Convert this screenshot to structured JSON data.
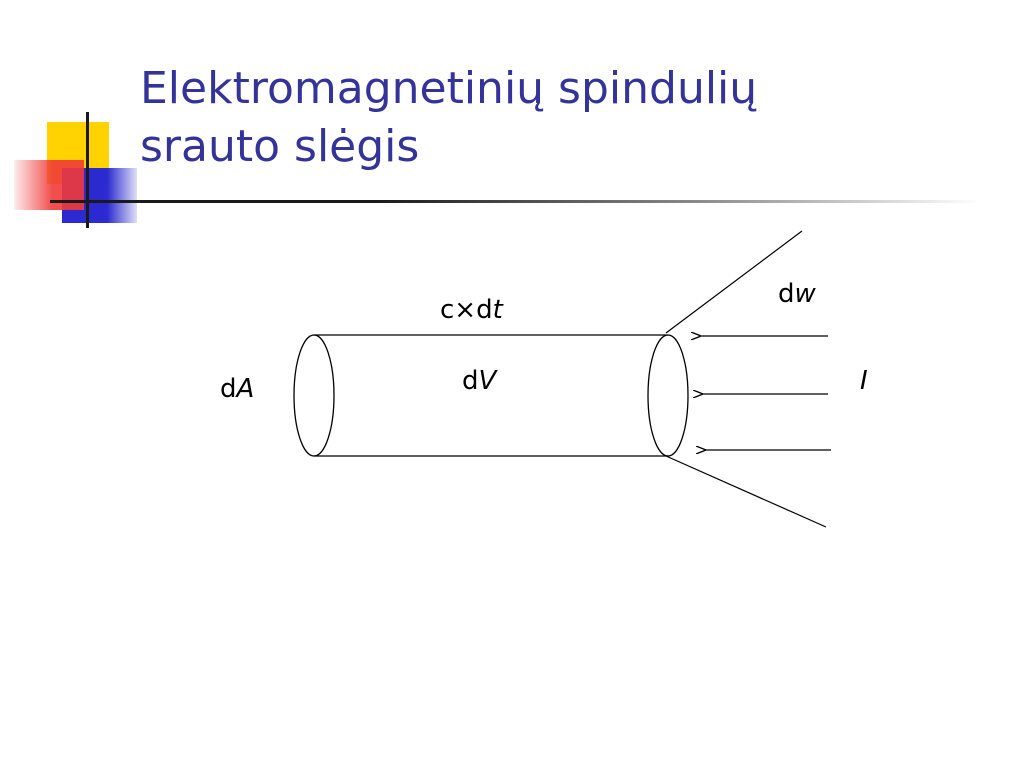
{
  "slide": {
    "title_lines": [
      "Elektromagnetinių spindulių",
      "srauto slėgis"
    ],
    "accent_colors": {
      "title": "#333399",
      "yellow": "#FFD200",
      "red": "#F03A3A",
      "blue": "#2A2AD0"
    }
  },
  "diagram": {
    "labels": {
      "area": {
        "plain": "d",
        "italic": "A"
      },
      "length": {
        "plain": "c×d",
        "italic": "t"
      },
      "volume": {
        "plain": "d",
        "italic": "V"
      },
      "solid_angle": {
        "plain": "d",
        "italic": "w"
      },
      "intensity": {
        "plain": "",
        "italic": "I"
      }
    },
    "incoming_arrow_count": 3
  }
}
